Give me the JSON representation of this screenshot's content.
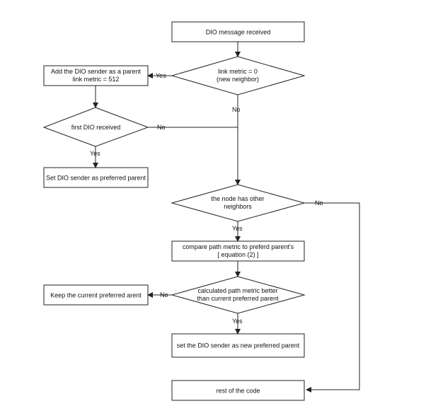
{
  "nodes": {
    "dio_received": {
      "lines": [
        "DIO message received"
      ]
    },
    "link_metric_check": {
      "lines": [
        "link metric = 0",
        "(new neighbor)"
      ]
    },
    "add_parent": {
      "lines": [
        "Add the DIO sender as a parent",
        "link metric = 512"
      ]
    },
    "first_dio": {
      "lines": [
        "first DIO received"
      ]
    },
    "set_preferred": {
      "lines": [
        "Set DIO sender as preferred parent"
      ]
    },
    "other_neighbors": {
      "lines": [
        "the node has other",
        "neighbors"
      ]
    },
    "compare_metric": {
      "lines": [
        "compare path metric to preferd parent's",
        "[ equation (2) ]"
      ]
    },
    "metric_better": {
      "lines": [
        "calculated path metric better",
        "than current preferred parent"
      ]
    },
    "keep_current": {
      "lines": [
        "Keep the current preferred arent"
      ]
    },
    "set_new_preferred": {
      "lines": [
        "set the DIO sender as new preferred parent"
      ]
    },
    "rest_of_code": {
      "lines": [
        "rest of the code"
      ]
    }
  },
  "edges": {
    "link_metric_yes": "Yes",
    "link_metric_no": "No",
    "first_dio_yes": "Yes",
    "first_dio_no": "No",
    "other_neighbors_yes": "Yes",
    "other_neighbors_no": "No",
    "metric_better_yes": "Yes",
    "metric_better_no": "No"
  },
  "colors": {
    "stroke": "#222222",
    "text": "#111111",
    "background": "#ffffff"
  }
}
